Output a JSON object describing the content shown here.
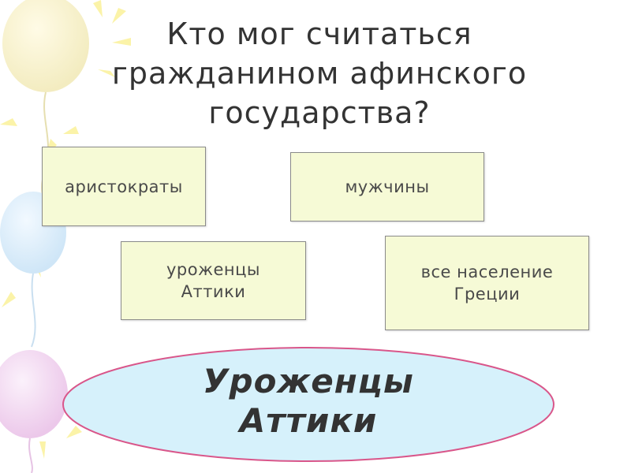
{
  "title": {
    "line1": "Кто мог считаться",
    "line2": "гражданином афинского",
    "line3": "государства?"
  },
  "options": [
    {
      "lines": [
        "аристократы"
      ]
    },
    {
      "lines": [
        "мужчины"
      ]
    },
    {
      "lines": [
        "уроженцы",
        "Аттики"
      ]
    },
    {
      "lines": [
        "все население",
        "Греции"
      ]
    }
  ],
  "answer": {
    "line1": "Уроженцы",
    "line2": "Аттики"
  },
  "colors": {
    "box_fill": "#f6fad6",
    "box_border": "#8a8a8a",
    "ellipse_fill": "#d6f1fb",
    "ellipse_border": "#d9568a",
    "text": "#333333"
  }
}
